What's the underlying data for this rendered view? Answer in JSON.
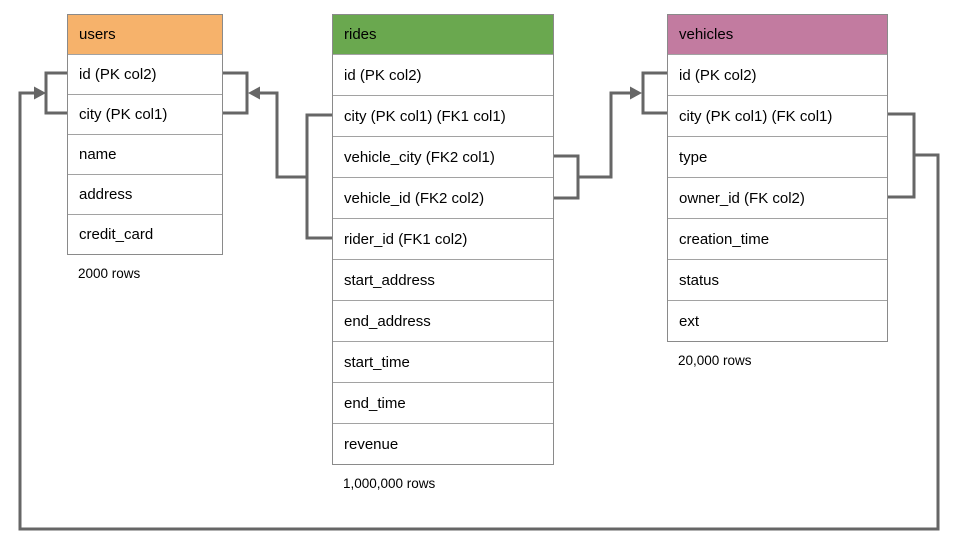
{
  "diagram": {
    "connector_color": "#666666",
    "table_border_color": "#8a8a8a",
    "background_color": "#ffffff"
  },
  "tables": {
    "users": {
      "title": "users",
      "header_color": "#f6b26b",
      "columns": [
        "id (PK col2)",
        "city (PK col1)",
        "name",
        "address",
        "credit_card"
      ],
      "row_count_label": "2000 rows"
    },
    "rides": {
      "title": "rides",
      "header_color": "#6aa84f",
      "columns": [
        "id (PK col2)",
        "city (PK col1) (FK1 col1)",
        "vehicle_city (FK2 col1)",
        "vehicle_id (FK2 col2)",
        "rider_id (FK1 col2)",
        "start_address",
        "end_address",
        "start_time",
        "end_time",
        "revenue"
      ],
      "row_count_label": "1,000,000 rows"
    },
    "vehicles": {
      "title": "vehicles",
      "header_color": "#c27ba0",
      "columns": [
        "id (PK col2)",
        "city (PK col1) (FK col1)",
        "type",
        "owner_id (FK col2)",
        "creation_time",
        "status",
        "ext"
      ],
      "row_count_label": "20,000 rows"
    }
  },
  "relationships": [
    {
      "from_table": "rides",
      "from_columns": "city (FK1 col1), rider_id (FK1 col2)",
      "to_table": "users",
      "to_columns": "id (PK col2), city (PK col1)"
    },
    {
      "from_table": "rides",
      "from_columns": "vehicle_city (FK2 col1), vehicle_id (FK2 col2)",
      "to_table": "vehicles",
      "to_columns": "id (PK col2), city (PK col1)"
    },
    {
      "from_table": "vehicles",
      "from_columns": "city (FK col1), owner_id (FK col2)",
      "to_table": "users",
      "to_columns": "id (PK col2), city (PK col1)"
    }
  ]
}
